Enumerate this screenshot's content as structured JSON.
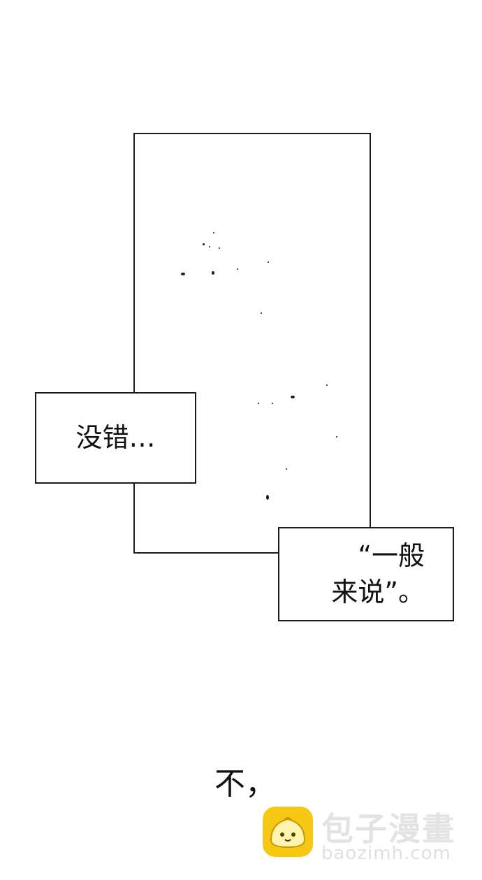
{
  "captions": {
    "left": "没错…",
    "right_line1": "“一般",
    "right_line2": "来说”。"
  },
  "free_text": "不，",
  "watermark": {
    "title": "包子漫畫",
    "url": "baozimh.com"
  },
  "colors": {
    "ink": "#111111",
    "background": "#ffffff",
    "logo_yellow": "#f6c814",
    "watermark_gray": "#e3e3e3"
  }
}
